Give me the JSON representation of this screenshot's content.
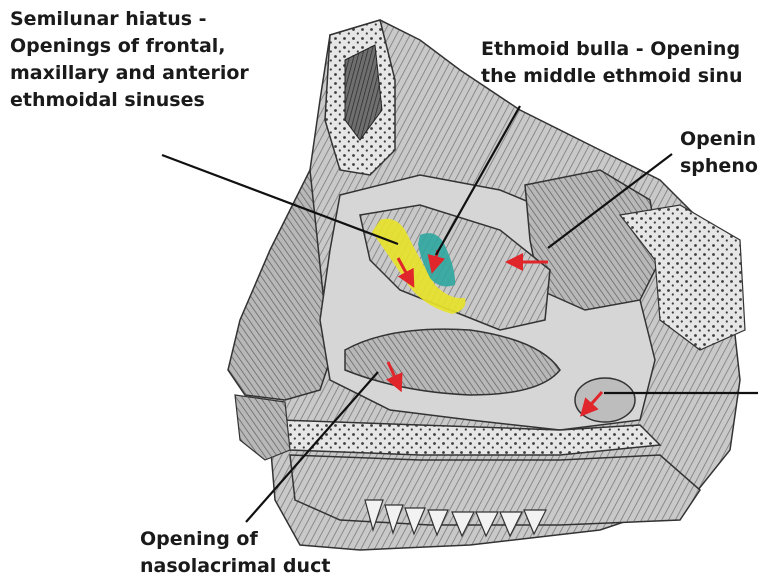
{
  "labels": {
    "semilunar": [
      "Semilunar hiatus -",
      "Openings of frontal,",
      "maxillary and anterior",
      "ethmoidal sinuses"
    ],
    "ethmoid_bulla": [
      "Ethmoid bulla - Opening",
      "the middle ethmoid sinu"
    ],
    "sphenoid": [
      "Openin",
      "spheno"
    ],
    "nasolacrimal": [
      "Opening of",
      "nasolacrimal duct"
    ]
  },
  "colors": {
    "highlight_semilunar": "#e7e22a",
    "highlight_bulla": "#2fa6a0",
    "arrow": "#e0262b",
    "leader_line": "#111111"
  }
}
